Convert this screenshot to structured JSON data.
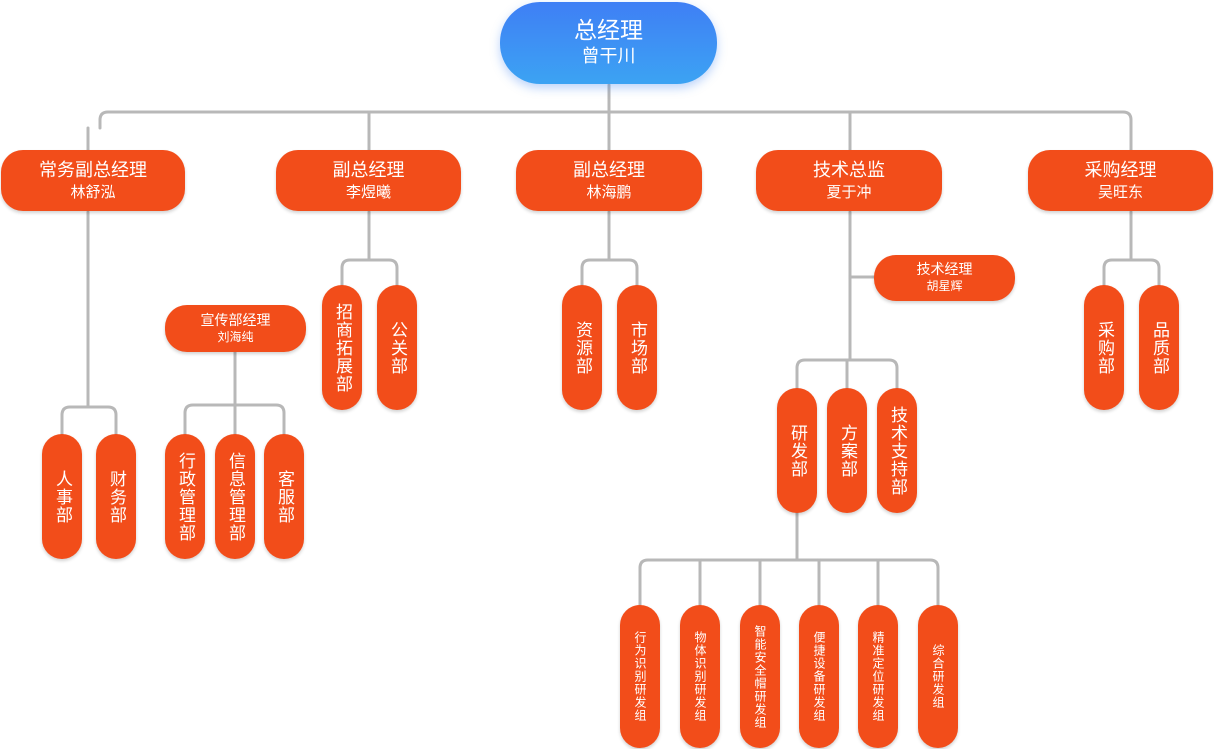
{
  "colors": {
    "node": "#f24d1a",
    "ceo_top": "#3f7ff5",
    "ceo_bottom": "#3ca3f3",
    "connector": "#b8b8b8"
  },
  "ceo": {
    "title": "总经理",
    "name": "曾干川"
  },
  "executives": [
    {
      "title": "常务副总经理",
      "name": "林舒泓"
    },
    {
      "title": "副总经理",
      "name": "李煜曦"
    },
    {
      "title": "副总经理",
      "name": "林海鹏"
    },
    {
      "title": "技术总监",
      "name": "夏于冲"
    },
    {
      "title": "采购经理",
      "name": "吴旺东"
    }
  ],
  "managers": {
    "publicity": {
      "title": "宣传部经理",
      "name": "刘海纯"
    },
    "tech": {
      "title": "技术经理",
      "name": "胡星辉"
    }
  },
  "departments": {
    "hr": "人事部",
    "finance": "财务部",
    "admin": "行政管理部",
    "info": "信息管理部",
    "service": "客服部",
    "investment": "招商拓展部",
    "pr": "公关部",
    "resources": "资源部",
    "market": "市场部",
    "rnd": "研发部",
    "solution": "方案部",
    "support": "技术支持部",
    "purchase": "采购部",
    "quality": "品质部"
  },
  "rd_groups": [
    "行为识别研发组",
    "物体识别研发组",
    "智能安全帽研发组",
    "便捷设备研发组",
    "精准定位研发组",
    "综合研发组"
  ]
}
